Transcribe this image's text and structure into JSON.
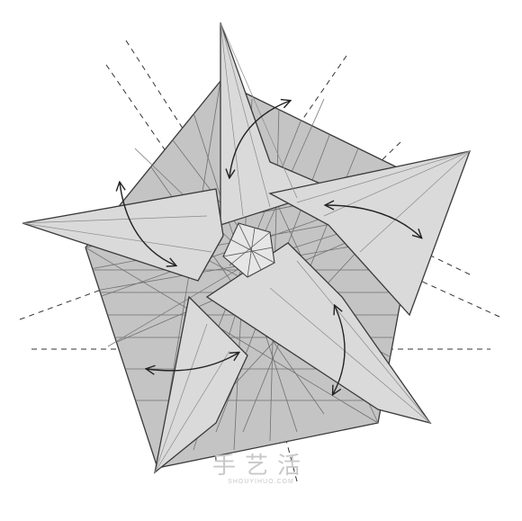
{
  "watermark": {
    "chinese": "手艺活",
    "url": "SHOUYIHUO.COM"
  },
  "colors": {
    "paper_dark": "#c4c4c4",
    "paper_light": "#dcdcdc",
    "paper_mid": "#d0d0d0",
    "outline": "#3a3a3a",
    "crease": "#6e6e6e",
    "watermark": "#c8c8c8"
  },
  "diagram": {
    "subject": "origami star crease pattern",
    "arrows": 5
  }
}
